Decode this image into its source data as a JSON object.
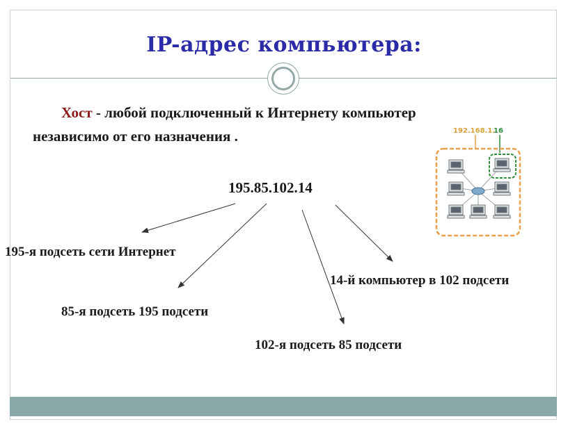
{
  "slide": {
    "title": "IP-адрес компьютера:",
    "host_word": "Хост",
    "host_rest": " - любой подключенный к Интернету компьютер",
    "host_line2": "независимо от его назначения .",
    "ip_address": "195.85.102.14"
  },
  "labels": {
    "subnet_195": "195-я подсеть сети Интернет",
    "subnet_85": "85-я подсеть 195 подсети",
    "subnet_102": "102-я подсеть 85 подсети",
    "computer_14": "14-й компьютер в 102 подсети"
  },
  "network_figure": {
    "address_prefix": "192.168.1.",
    "address_host": "16"
  },
  "colors": {
    "title": "#2b2ba8",
    "host_word": "#8b1a1a",
    "accent_bar": "#8aa8a8",
    "network_border": "#e8a04a",
    "host_highlight": "#2e8b3a"
  }
}
